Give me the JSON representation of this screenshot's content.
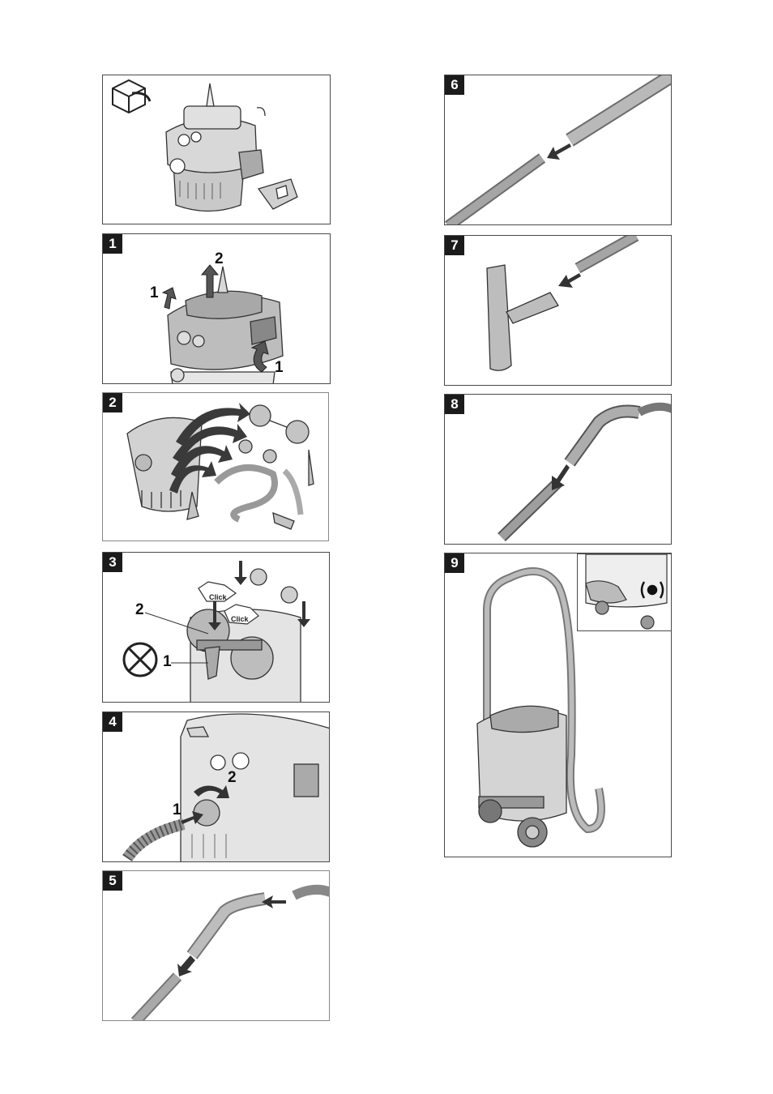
{
  "steps": {
    "s1": {
      "number": "1",
      "labels": [
        "1",
        "2",
        "1"
      ]
    },
    "s2": {
      "number": "2"
    },
    "s3": {
      "number": "3",
      "labels": [
        "2",
        "1"
      ],
      "click_text": "Click"
    },
    "s4": {
      "number": "4",
      "labels": [
        "2",
        "1"
      ]
    },
    "s5": {
      "number": "5"
    },
    "s6": {
      "number": "6"
    },
    "s7": {
      "number": "7"
    },
    "s8": {
      "number": "8"
    },
    "s9": {
      "number": "9"
    }
  },
  "colors": {
    "outline": "#4a4a4a",
    "body": "#bdbdbd",
    "dark": "#6e6e6e",
    "badge": "#1b1b1b"
  },
  "icons": [
    "unpack-box-icon",
    "arrow-icon",
    "no-tool-icon",
    "parking-brake-icon"
  ]
}
